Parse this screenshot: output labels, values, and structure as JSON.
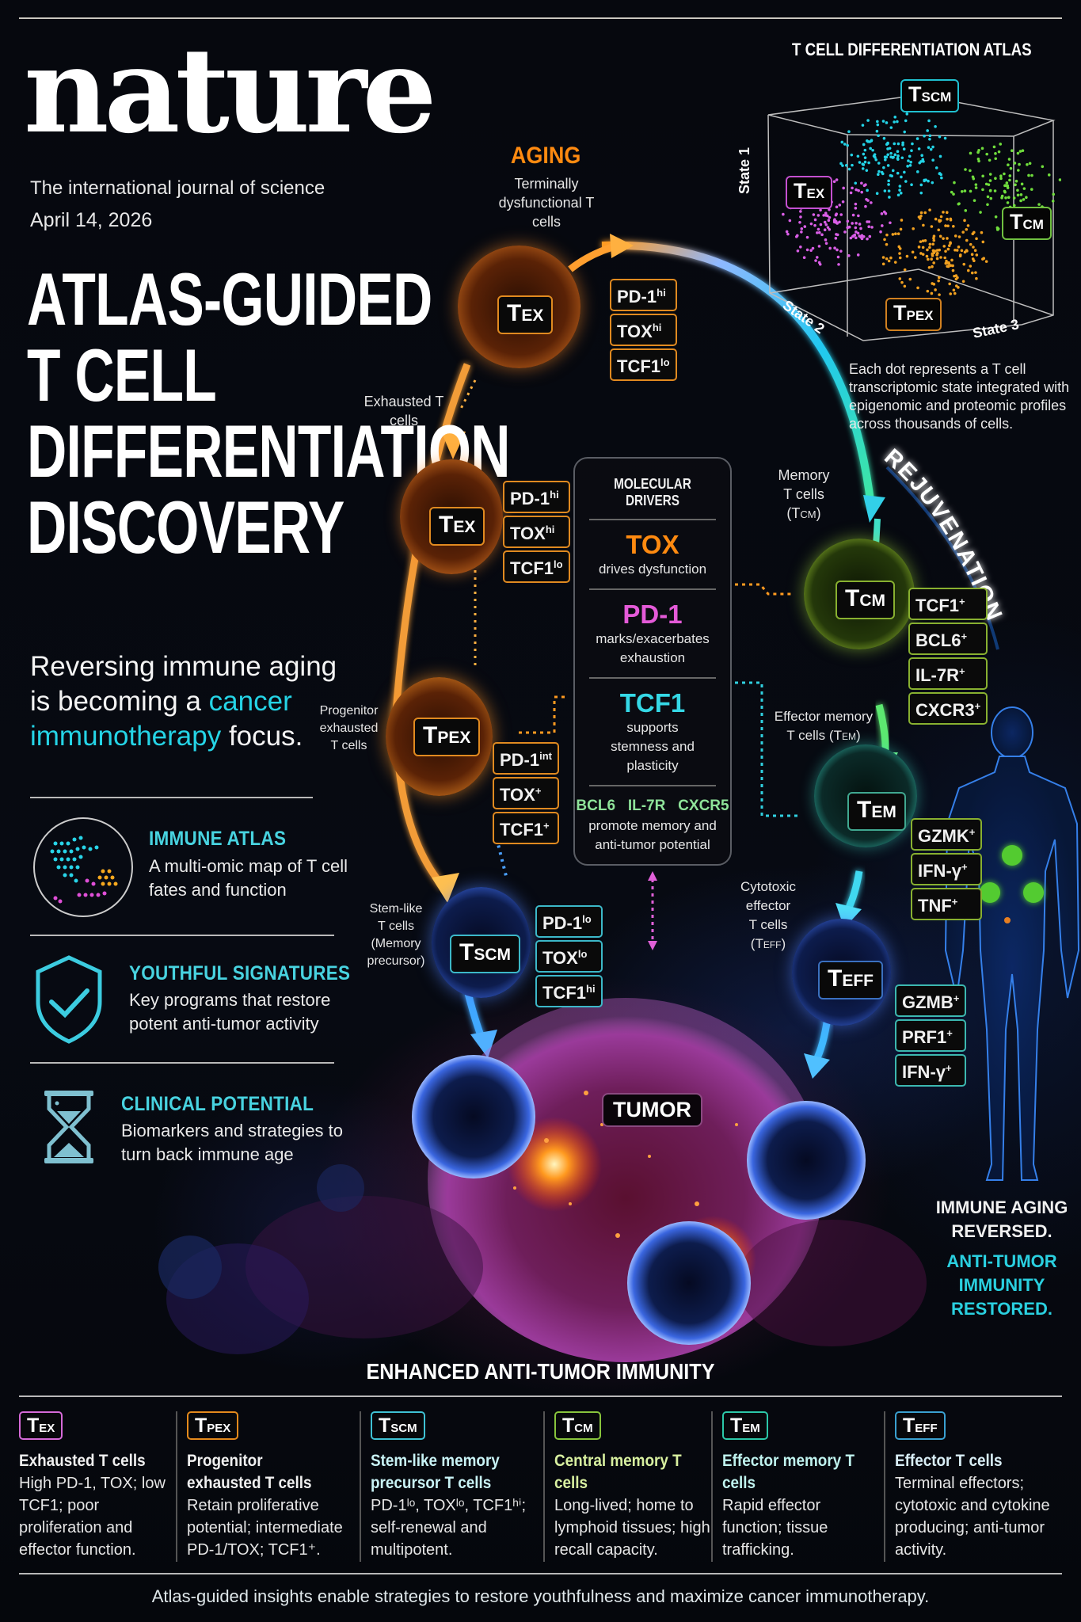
{
  "masthead": {
    "title": "nature",
    "tagline": "The international journal of science",
    "date": "April 14, 2026"
  },
  "headline": {
    "lines": [
      "ATLAS-GUIDED",
      "T CELL",
      "DIFFERENTIATION",
      "DISCOVERY"
    ]
  },
  "lede": {
    "part1": "Reversing immune aging is becoming a ",
    "highlight": "cancer immunotherapy",
    "part2": " focus."
  },
  "features": [
    {
      "icon": "atlas-map-icon",
      "title": "IMMUNE ATLAS",
      "desc": "A multi-omic map of T cell fates and function"
    },
    {
      "icon": "shield-check-icon",
      "title": "YOUTHFUL SIGNATURES",
      "desc": "Key programs that restore potent anti-tumor activity"
    },
    {
      "icon": "hourglass-icon",
      "title": "CLINICAL POTENTIAL",
      "desc": "Biomarkers and strategies to turn back immune age"
    }
  ],
  "aging": {
    "label": "AGING",
    "caption": "Terminally dysfunctional T cells"
  },
  "rejuvenation": {
    "label": "REJUVENATION"
  },
  "cells": {
    "tex_top": {
      "abbr": "T",
      "sub": "EX",
      "markers": [
        [
          "PD-1",
          "hi"
        ],
        [
          "TOX",
          "hi"
        ],
        [
          "TCF1",
          "lo"
        ]
      ]
    },
    "tex_mid": {
      "caption": "Exhausted T cells",
      "abbr": "T",
      "sub": "EX",
      "markers": [
        [
          "PD-1",
          "hi"
        ],
        [
          "TOX",
          "hi"
        ],
        [
          "TCF1",
          "lo"
        ]
      ]
    },
    "tpex": {
      "caption": "Progenitor exhausted T cells",
      "abbr": "T",
      "sub": "PEX",
      "markers": [
        [
          "PD-1",
          "int"
        ],
        [
          "TOX",
          "+"
        ],
        [
          "TCF1",
          "+"
        ]
      ]
    },
    "tscm": {
      "caption": "Stem-like T cells (Memory precursor)",
      "abbr": "T",
      "sub": "SCM",
      "markers": [
        [
          "PD-1",
          "lo"
        ],
        [
          "TOX",
          "lo"
        ],
        [
          "TCF1",
          "hi"
        ]
      ]
    },
    "tcm": {
      "caption_line1": "Memory",
      "caption_line2": "T cells",
      "caption_line3": "(T",
      "caption_sub": "CM",
      "caption_end": ")",
      "abbr": "T",
      "sub": "CM",
      "markers": [
        [
          "TCF1",
          "+"
        ],
        [
          "BCL6",
          "+"
        ],
        [
          "IL-7R",
          "+"
        ],
        [
          "CXCR3",
          "+"
        ]
      ]
    },
    "tem": {
      "caption_line1": "Effector memory",
      "caption_line2": "T cells (T",
      "caption_sub": "EM",
      "caption_end": ")",
      "abbr": "T",
      "sub": "EM",
      "markers": [
        [
          "GZMK",
          "+"
        ],
        [
          "IFN-γ",
          "+"
        ],
        [
          "TNF",
          "+"
        ]
      ]
    },
    "teff": {
      "caption_line1": "Cytotoxic",
      "caption_line2": "effector",
      "caption_line3": "T cells",
      "caption_line4": "(T",
      "caption_sub": "EFF",
      "caption_end": ")",
      "abbr": "T",
      "sub": "EFF",
      "markers": [
        [
          "GZMB",
          "+"
        ],
        [
          "PRF1",
          "+"
        ],
        [
          "IFN-γ",
          "+"
        ]
      ]
    }
  },
  "drivers": {
    "title": "MOLECULAR DRIVERS",
    "items": [
      {
        "name": "TOX",
        "desc": "drives dysfunction",
        "color": "#ff8a10"
      },
      {
        "name": "PD-1",
        "desc": "marks/exacerbates exhaustion",
        "color": "#e45ad8"
      },
      {
        "name": "TCF1",
        "desc": "supports stemness and plasticity",
        "color": "#35d8e6"
      },
      {
        "name": "BCL6   IL-7R   CXCR5",
        "desc": "promote memory and anti-tumor potential",
        "color": "#8fe39a"
      }
    ]
  },
  "atlas": {
    "title": "T CELL DIFFERENTIATION ATLAS",
    "axes": [
      "State 1",
      "State 2",
      "State 3"
    ],
    "clusters": [
      {
        "abbr": "T",
        "sub": "SCM",
        "color": "#23d3e6"
      },
      {
        "abbr": "T",
        "sub": "EX",
        "color": "#d95ee6"
      },
      {
        "abbr": "T",
        "sub": "CM",
        "color": "#6fdc3c"
      },
      {
        "abbr": "T",
        "sub": "PEX",
        "color": "#f0a020"
      }
    ],
    "description": "Each dot represents a T cell transcriptomic state integrated with epigenomic and proteomic profiles across thousands of cells."
  },
  "tumor": {
    "label": "TUMOR"
  },
  "outcome": {
    "line1": "IMMUNE AGING",
    "line2": "REVERSED.",
    "line3": "ANTI-TUMOR",
    "line4": "IMMUNITY",
    "line5": "RESTORED."
  },
  "enhanced": "ENHANCED ANTI-TUMOR IMMUNITY",
  "legend": [
    {
      "abbr": "T",
      "sub": "EX",
      "color": "#d56ad8",
      "name": "Exhausted T cells",
      "name_color": "#f0f0f0",
      "desc": "High PD-1, TOX; low TCF1; poor proliferation and effector function."
    },
    {
      "abbr": "T",
      "sub": "PEX",
      "color": "#e58a1c",
      "name": "Progenitor exhausted T cells",
      "name_color": "#f0f0f0",
      "desc": "Retain proliferative potential; intermediate PD-1/TOX; TCF1⁺."
    },
    {
      "abbr": "T",
      "sub": "SCM",
      "color": "#3fc2d4",
      "name": "Stem-like memory precursor T cells",
      "name_color": "#c9f3f6",
      "desc": "PD-1ˡᵒ, TOXˡᵒ, TCF1ʰⁱ; self-renewal and multipotent."
    },
    {
      "abbr": "T",
      "sub": "CM",
      "color": "#88c43c",
      "name": "Central memory T cells",
      "name_color": "#d8f0a0",
      "desc": "Long-lived; home to lymphoid tissues; high recall capacity."
    },
    {
      "abbr": "T",
      "sub": "EM",
      "color": "#2cc8a8",
      "name": "Effector memory T cells",
      "name_color": "#bff2ee",
      "desc": "Rapid effector function; tissue trafficking."
    },
    {
      "abbr": "T",
      "sub": "EFF",
      "color": "#3aa0d0",
      "name": "Effector T cells",
      "name_color": "#d9eef6",
      "desc": "Terminal effectors; cytotoxic and cytokine producing; anti-tumor activity."
    }
  ],
  "footer": "Atlas-guided insights enable strategies to restore youthfulness and maximize cancer immunotherapy."
}
